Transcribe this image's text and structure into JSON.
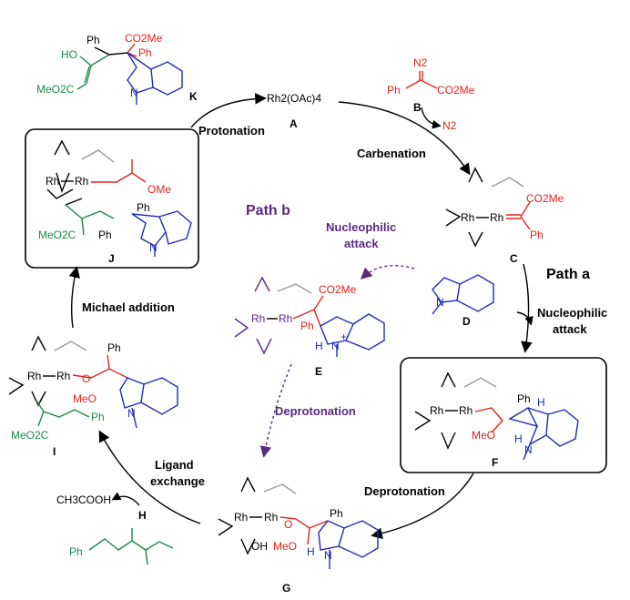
{
  "catalyst": {
    "formula": "Rh2(OAc)4",
    "label": "A"
  },
  "diazo": {
    "n2_top": "N2",
    "ph": "Ph",
    "ester": "CO2Me",
    "label": "B"
  },
  "n2_release": "N2",
  "steps": {
    "protonation": "Protonation",
    "carbenation": "Carbenation",
    "nucleophilic_b_1": "Nucleophilic",
    "nucleophilic_b_2": "attack",
    "nucleophilic_a_1": "Nucleophilic",
    "nucleophilic_a_2": "attack",
    "michael": "Michael addition",
    "deprotonation_b": "Deprotonation",
    "deprotonation_a": "Deprotonation",
    "ligand_1": "Ligand",
    "ligand_2": "exchange"
  },
  "paths": {
    "a": "Path a",
    "b": "Path b"
  },
  "compounds": {
    "C": {
      "label": "C",
      "rh": "Rh",
      "ester": "CO2Me",
      "ph": "Ph"
    },
    "D": {
      "label": "D"
    },
    "E": {
      "label": "E",
      "rh": "Rh",
      "ester": "CO2Me",
      "ph": "Ph",
      "h": "H",
      "plus": "+"
    },
    "F": {
      "label": "F",
      "rh": "Rh",
      "ph": "Ph",
      "h": "H",
      "meo": "MeO"
    },
    "G": {
      "label": "G",
      "rh": "Rh",
      "ph": "Ph",
      "meo": "MeO",
      "h": "H",
      "oh": "OH"
    },
    "H": {
      "label": "H",
      "acid": "CH3COOH",
      "ph": "Ph"
    },
    "I": {
      "label": "I",
      "rh": "Rh",
      "ph": "Ph",
      "meo": "MeO",
      "ester": "MeO2C"
    },
    "J": {
      "label": "J",
      "rh": "Rh",
      "ome": "OMe",
      "ph": "Ph",
      "ph2": "Ph",
      "ester": "MeO2C"
    },
    "K": {
      "label": "K",
      "ho": "HO",
      "ph": "Ph",
      "ph2": "Ph",
      "ester": "MeO2C",
      "ester2": "CO2Me"
    }
  },
  "colors": {
    "carbene": "#e2231a",
    "indole": "#1f2bb8",
    "enone": "#1a8a4a",
    "path_b": "#5a2a7e"
  }
}
